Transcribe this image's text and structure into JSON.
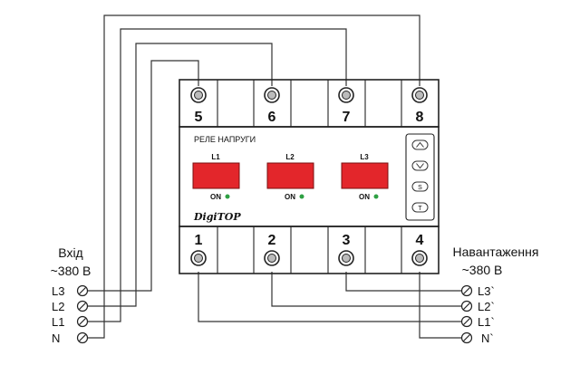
{
  "device": {
    "title": "РЕЛЕ НАПРУГИ",
    "brand": "DigiTOP",
    "top_terminals": [
      "5",
      "6",
      "7",
      "8"
    ],
    "bottom_terminals": [
      "1",
      "2",
      "3",
      "4"
    ],
    "displays": [
      {
        "label": "L1",
        "status": "ON"
      },
      {
        "label": "L2",
        "status": "ON"
      },
      {
        "label": "L3",
        "status": "ON"
      }
    ],
    "buttons": [
      {
        "icon": "chevron-up-icon",
        "glyph": ""
      },
      {
        "icon": "chevron-down-icon",
        "glyph": ""
      },
      {
        "icon": "s-button-icon",
        "glyph": "S"
      },
      {
        "icon": "t-button-icon",
        "glyph": "T"
      }
    ],
    "led_color": "#2ea043",
    "display_color": "#e3262b"
  },
  "input": {
    "title": "Вхід",
    "voltage": "~380 В",
    "lines": [
      "L3",
      "L2",
      "L1",
      "N"
    ]
  },
  "output": {
    "title": "Навантаження",
    "voltage": "~380 В",
    "lines": [
      "L3`",
      "L2`",
      "L1`",
      "N`"
    ]
  }
}
